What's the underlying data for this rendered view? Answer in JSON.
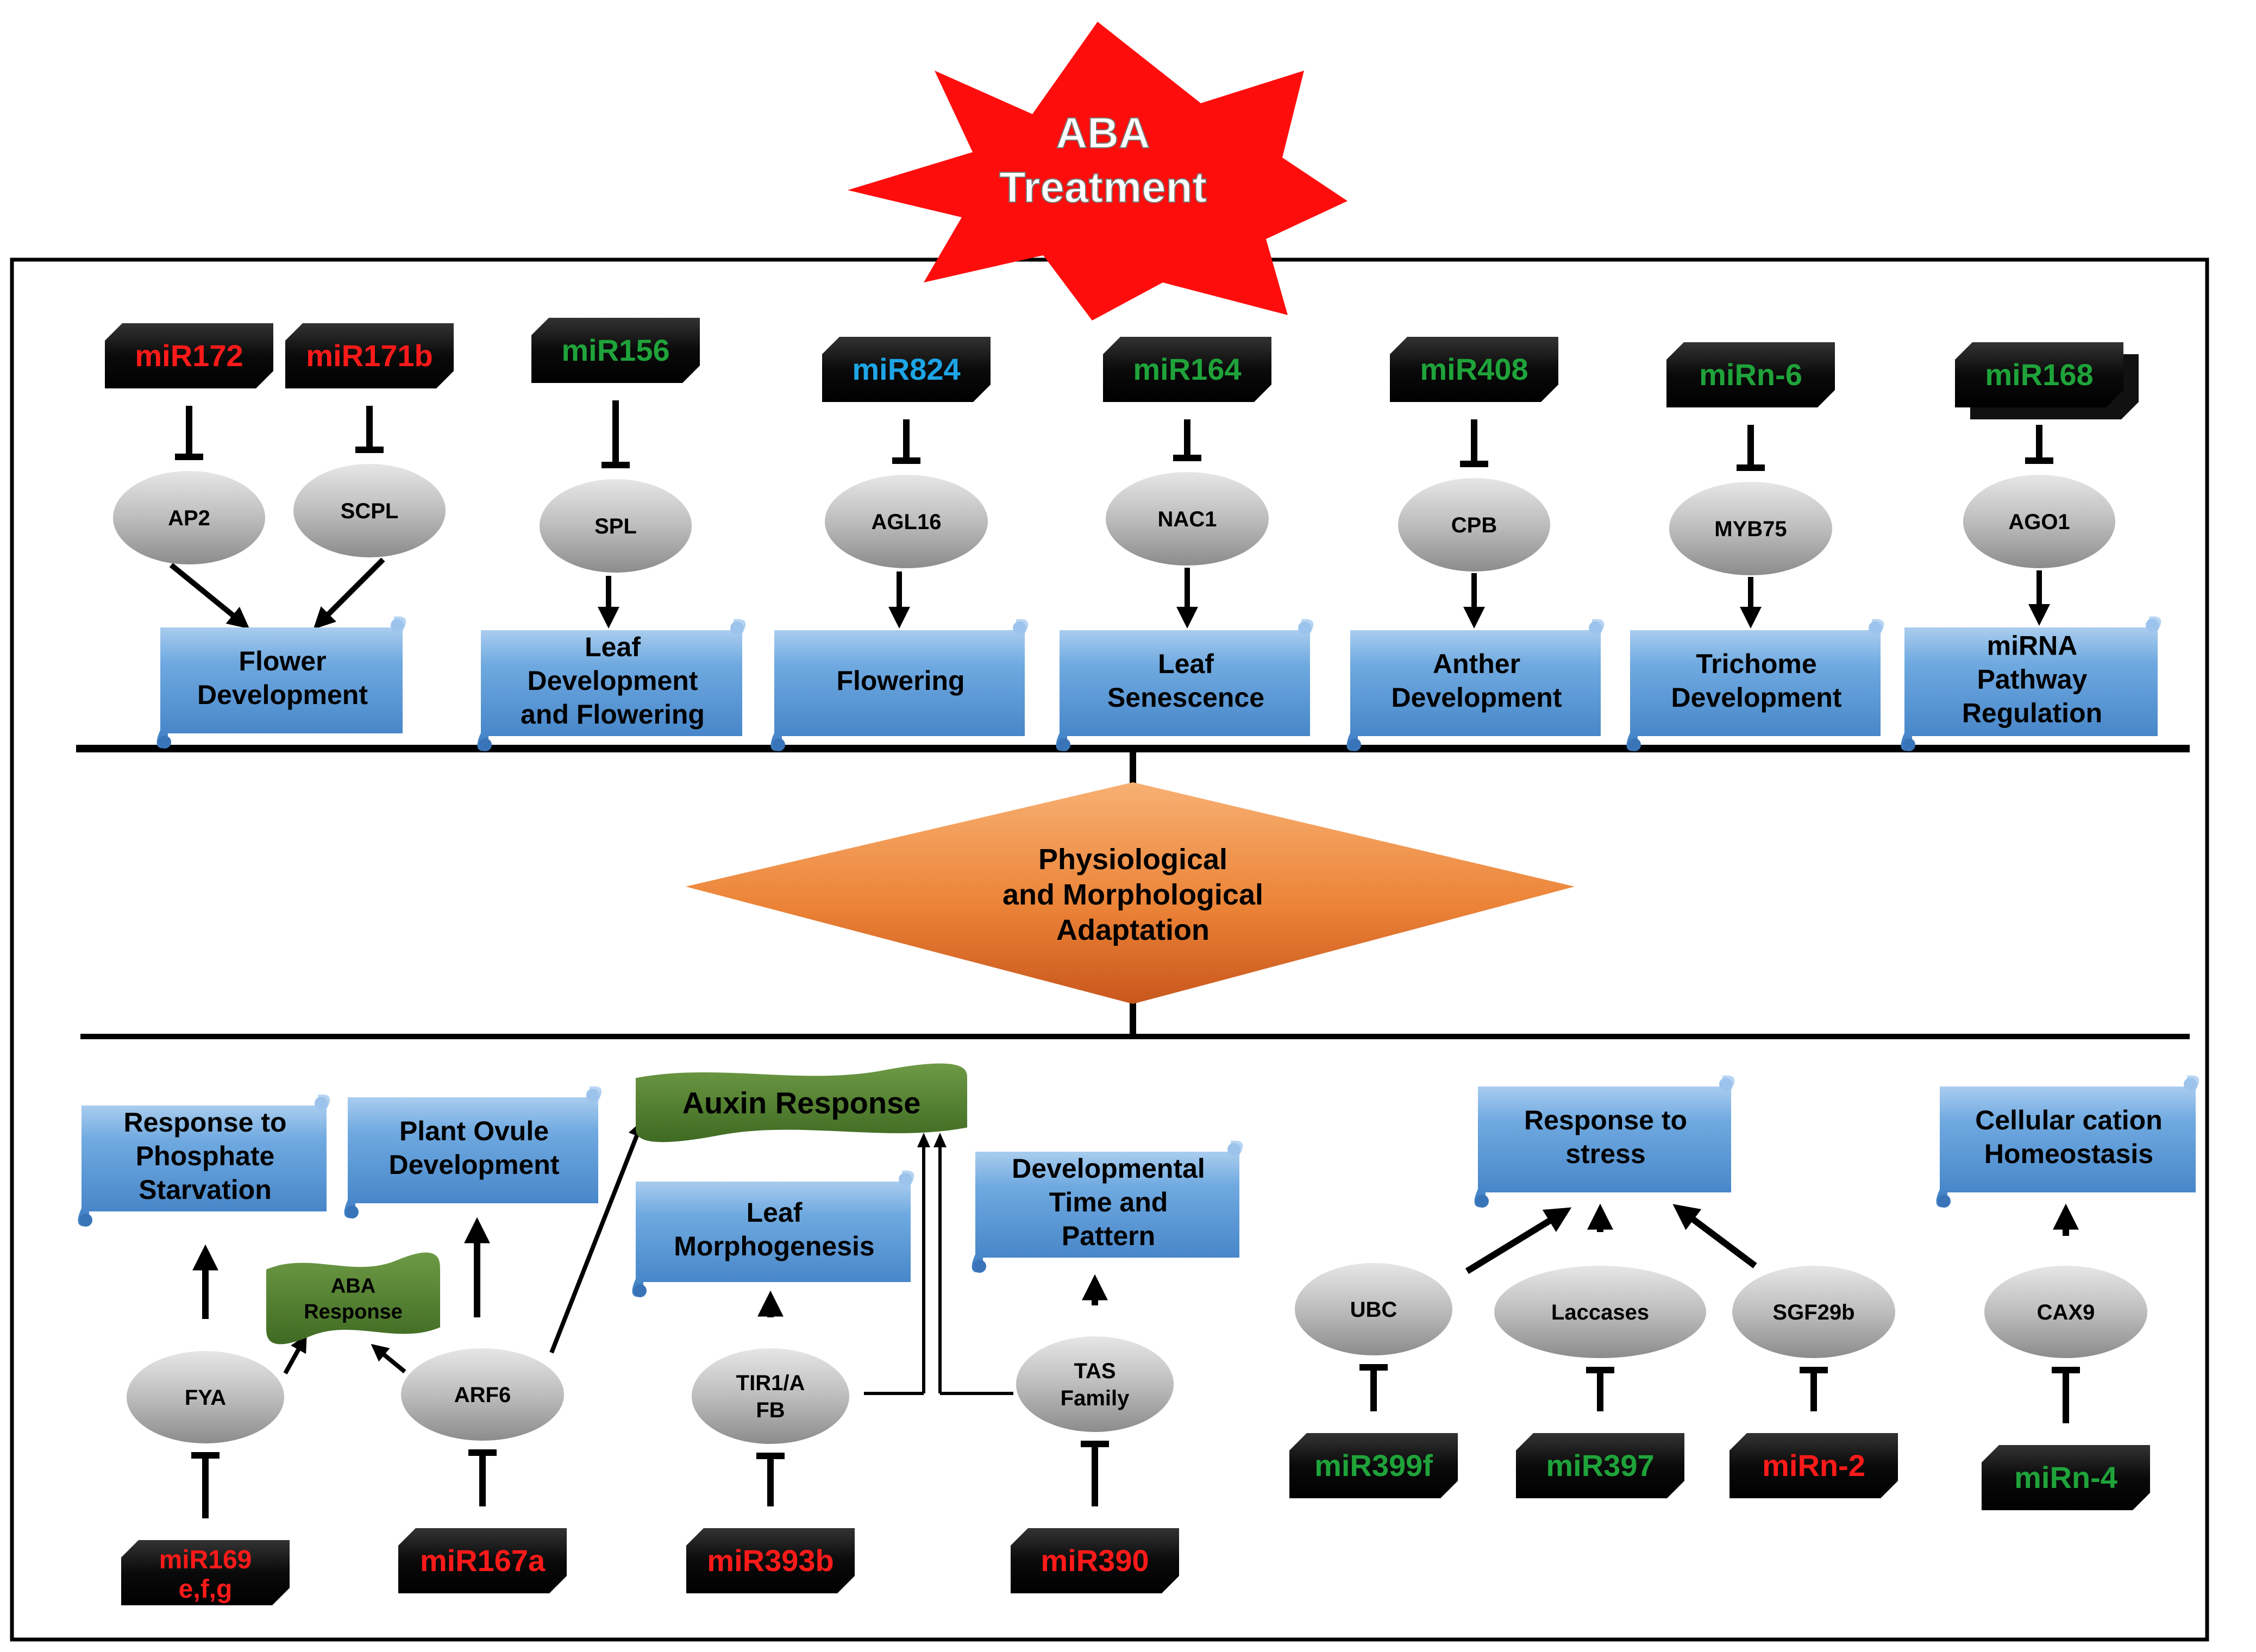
{
  "title": {
    "line1": "ABA",
    "line2": "Treatment"
  },
  "center": {
    "line1": "Physiological",
    "line2": "and Morphological",
    "line3": "Adaptation"
  },
  "colors": {
    "mirna_red": "#ff1a1a",
    "mirna_green": "#1fa33a",
    "mirna_blue": "#1ea5e6",
    "star_red": "#ff0d0d",
    "scroll_blue": "#5fa0dc",
    "banner_green": "#4b7a2e",
    "diamond_orange": "#e9803a",
    "ellipse_gray": "#b8b8b8"
  },
  "upper": {
    "mirnas": [
      {
        "label": "miR172",
        "color": "red"
      },
      {
        "label": "miR171b",
        "color": "red"
      },
      {
        "label": "miR156",
        "color": "green"
      },
      {
        "label": "miR824",
        "color": "blue"
      },
      {
        "label": "miR164",
        "color": "green"
      },
      {
        "label": "miR408",
        "color": "green"
      },
      {
        "label": "miRn-6",
        "color": "green"
      },
      {
        "label": "miR168",
        "color": "green"
      }
    ],
    "targets": [
      "AP2",
      "SCPL",
      "SPL",
      "AGL16",
      "NAC1",
      "CPB",
      "MYB75",
      "AGO1"
    ],
    "functions": [
      [
        "Flower",
        "Development"
      ],
      [
        "Leaf",
        "Development",
        "and Flowering"
      ],
      [
        "Flowering"
      ],
      [
        "Leaf",
        "Senescence"
      ],
      [
        "Anther",
        "Development"
      ],
      [
        "Trichome",
        "Development"
      ],
      [
        "miRNA",
        "Pathway",
        "Regulation"
      ]
    ]
  },
  "lower": {
    "mirnas": [
      {
        "label": "miR169",
        "label2": "e,f,g",
        "color": "red"
      },
      {
        "label": "miR167a",
        "color": "red"
      },
      {
        "label": "miR393b",
        "color": "red"
      },
      {
        "label": "miR390",
        "color": "red"
      },
      {
        "label": "miR399f",
        "color": "green"
      },
      {
        "label": "miR397",
        "color": "green"
      },
      {
        "label": "miRn-2",
        "color": "red"
      },
      {
        "label": "miRn-4",
        "color": "green"
      }
    ],
    "targets": [
      [
        "FYA"
      ],
      [
        "ARF6"
      ],
      [
        "TIR1/A",
        "FB"
      ],
      [
        "TAS",
        "Family"
      ],
      [
        "UBC"
      ],
      [
        "Laccases"
      ],
      [
        "SGF29b"
      ],
      [
        "CAX9"
      ]
    ],
    "functions": [
      [
        "Response to",
        "Phosphate",
        "Starvation"
      ],
      [
        "Plant Ovule",
        "Development"
      ],
      [
        "Leaf",
        "Morphogenesis"
      ],
      [
        "Developmental",
        "Time and",
        "Pattern"
      ],
      [
        "Response to",
        "stress"
      ],
      [
        "Cellular cation",
        "Homeostasis"
      ]
    ],
    "banners": {
      "auxin": "Auxin Response",
      "aba1": "ABA",
      "aba2": "Response"
    }
  }
}
